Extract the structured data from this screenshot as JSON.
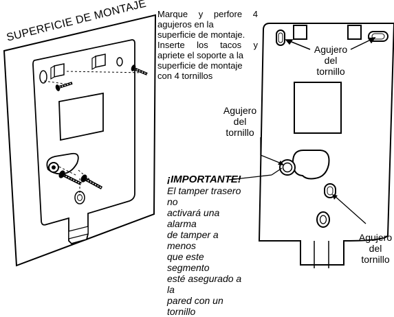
{
  "left_panel": {
    "surface_label": "SUPERFICIE DE MONTAJE"
  },
  "instructions": {
    "lines": [
      "Marque y perfore 4",
      "agujeros en la",
      "superficie de montaje.",
      "Inserte los tacos y",
      "apriete el soporte a la",
      "superficie de montaje",
      "con 4 tornillos"
    ]
  },
  "labels": {
    "top_screw_hole": "Agujero\ndel\ntornillo",
    "middle_screw_hole": "Agujero\ndel\ntornillo",
    "bottom_screw_hole": "Agujero\ndel\ntornillo"
  },
  "important": {
    "title": "¡IMPORTANTE!",
    "body": "El tamper trasero no\nactivará una alarma\nde tamper a menos\nque este segmento\nesté asegurado a la\npared con un tornillo"
  }
}
